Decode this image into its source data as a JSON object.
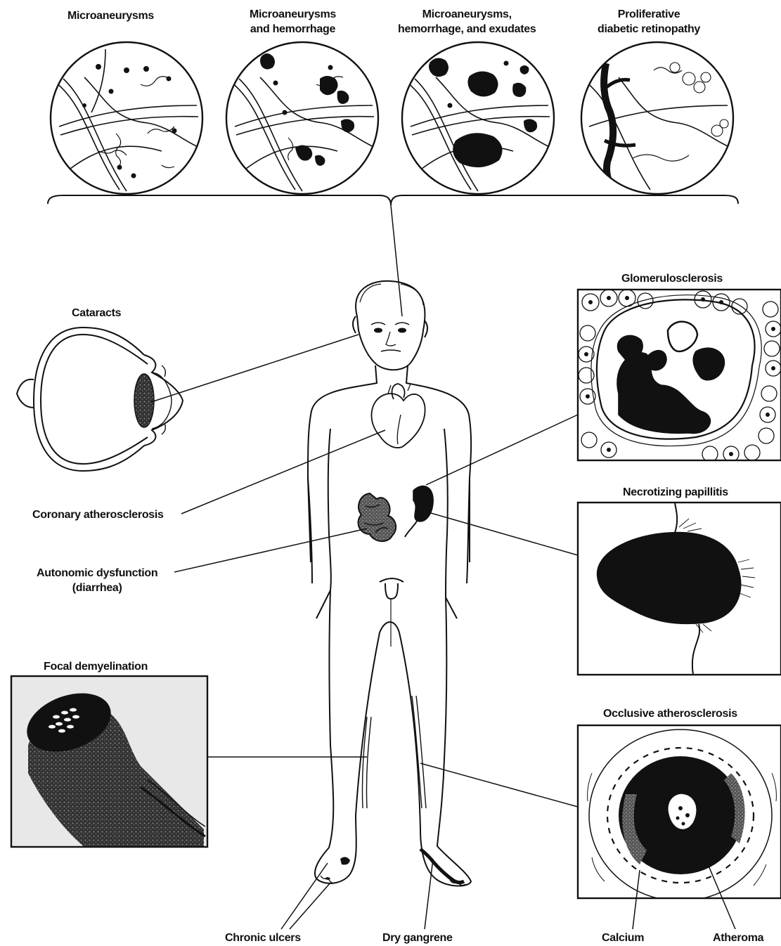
{
  "retinopathy": {
    "stage1": "Microaneurysms",
    "stage2": "Microaneurysms\nand hemorrhage",
    "stage3": "Microaneurysms,\nhemorrhage, and exudates",
    "stage4": "Proliferative\ndiabetic retinopathy"
  },
  "labels": {
    "cataracts": "Cataracts",
    "coronary": "Coronary atherosclerosis",
    "autonomic": "Autonomic dysfunction\n(diarrhea)",
    "focal": "Focal demyelination",
    "glomerulosclerosis": "Glomerulosclerosis",
    "papillitis": "Necrotizing papillitis",
    "occlusive": "Occlusive atherosclerosis",
    "ulcers": "Chronic ulcers",
    "gangrene": "Dry gangrene",
    "calcium": "Calcium",
    "atheroma": "Atheroma"
  }
}
